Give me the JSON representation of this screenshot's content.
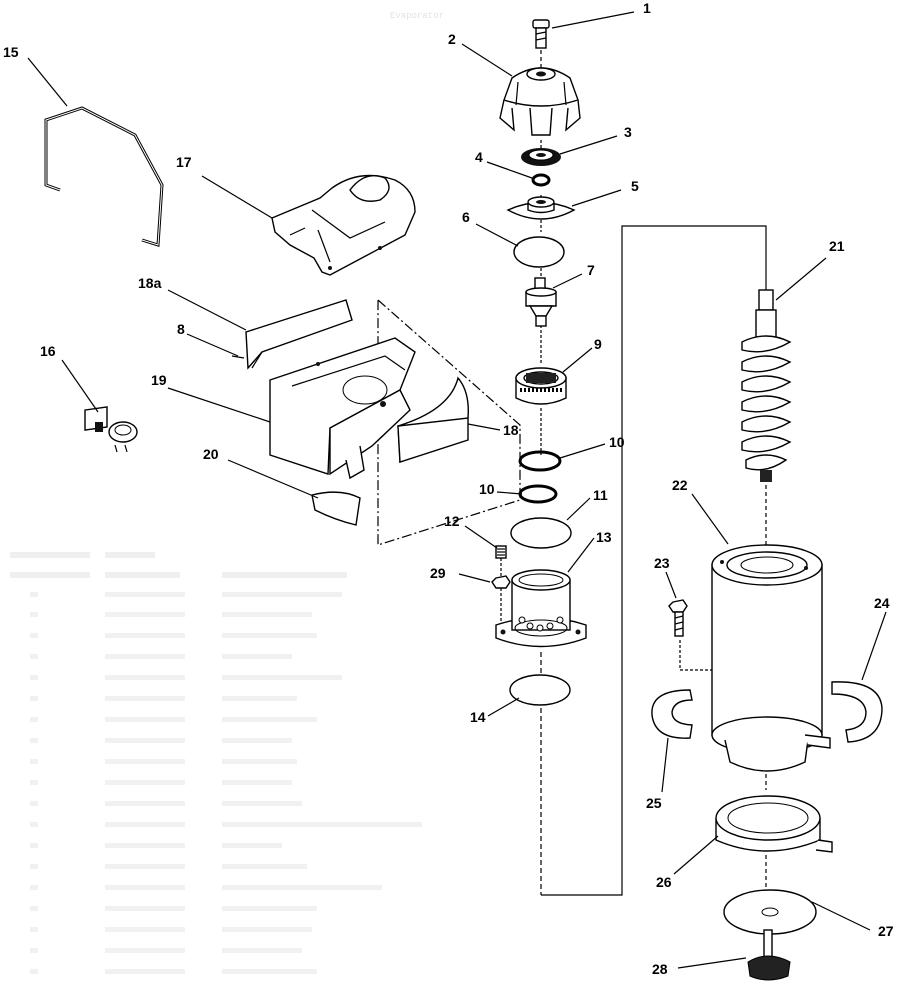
{
  "heading": "Evaporator",
  "callouts": {
    "c1": "1",
    "c2": "2",
    "c3": "3",
    "c4": "4",
    "c5": "5",
    "c6": "6",
    "c7": "7",
    "c8": "8",
    "c9": "9",
    "c10a": "10",
    "c10b": "10",
    "c11": "11",
    "c12": "12",
    "c13": "13",
    "c14": "14",
    "c15": "15",
    "c16": "16",
    "c17": "17",
    "c18": "18",
    "c18a": "18a",
    "c19": "19",
    "c20": "20",
    "c21": "21",
    "c22": "22",
    "c23": "23",
    "c24": "24",
    "c25": "25",
    "c26": "26",
    "c27": "27",
    "c28": "28",
    "c29": "29"
  }
}
